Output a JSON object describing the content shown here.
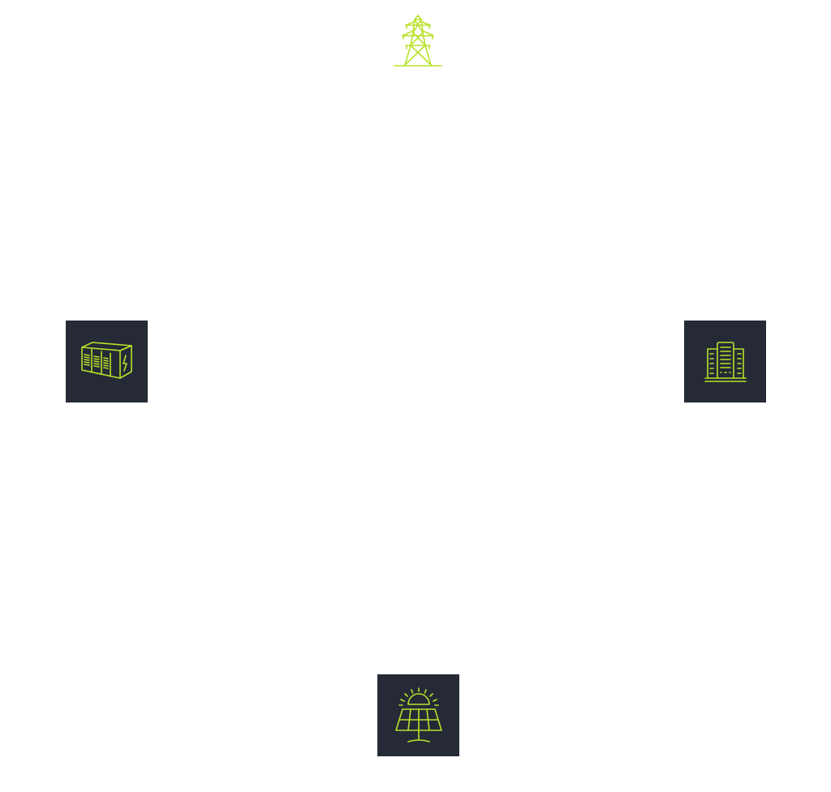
{
  "diagram": {
    "background_color": "#ffffff",
    "tile_color": "#252a36",
    "icon_color": "#b7e22a",
    "nodes": [
      {
        "id": "grid",
        "icon": "transmission-tower-icon",
        "framed": false
      },
      {
        "id": "storage",
        "icon": "battery-container-icon",
        "framed": true
      },
      {
        "id": "building",
        "icon": "office-building-icon",
        "framed": true
      },
      {
        "id": "solar",
        "icon": "solar-panel-icon",
        "framed": true
      }
    ]
  }
}
